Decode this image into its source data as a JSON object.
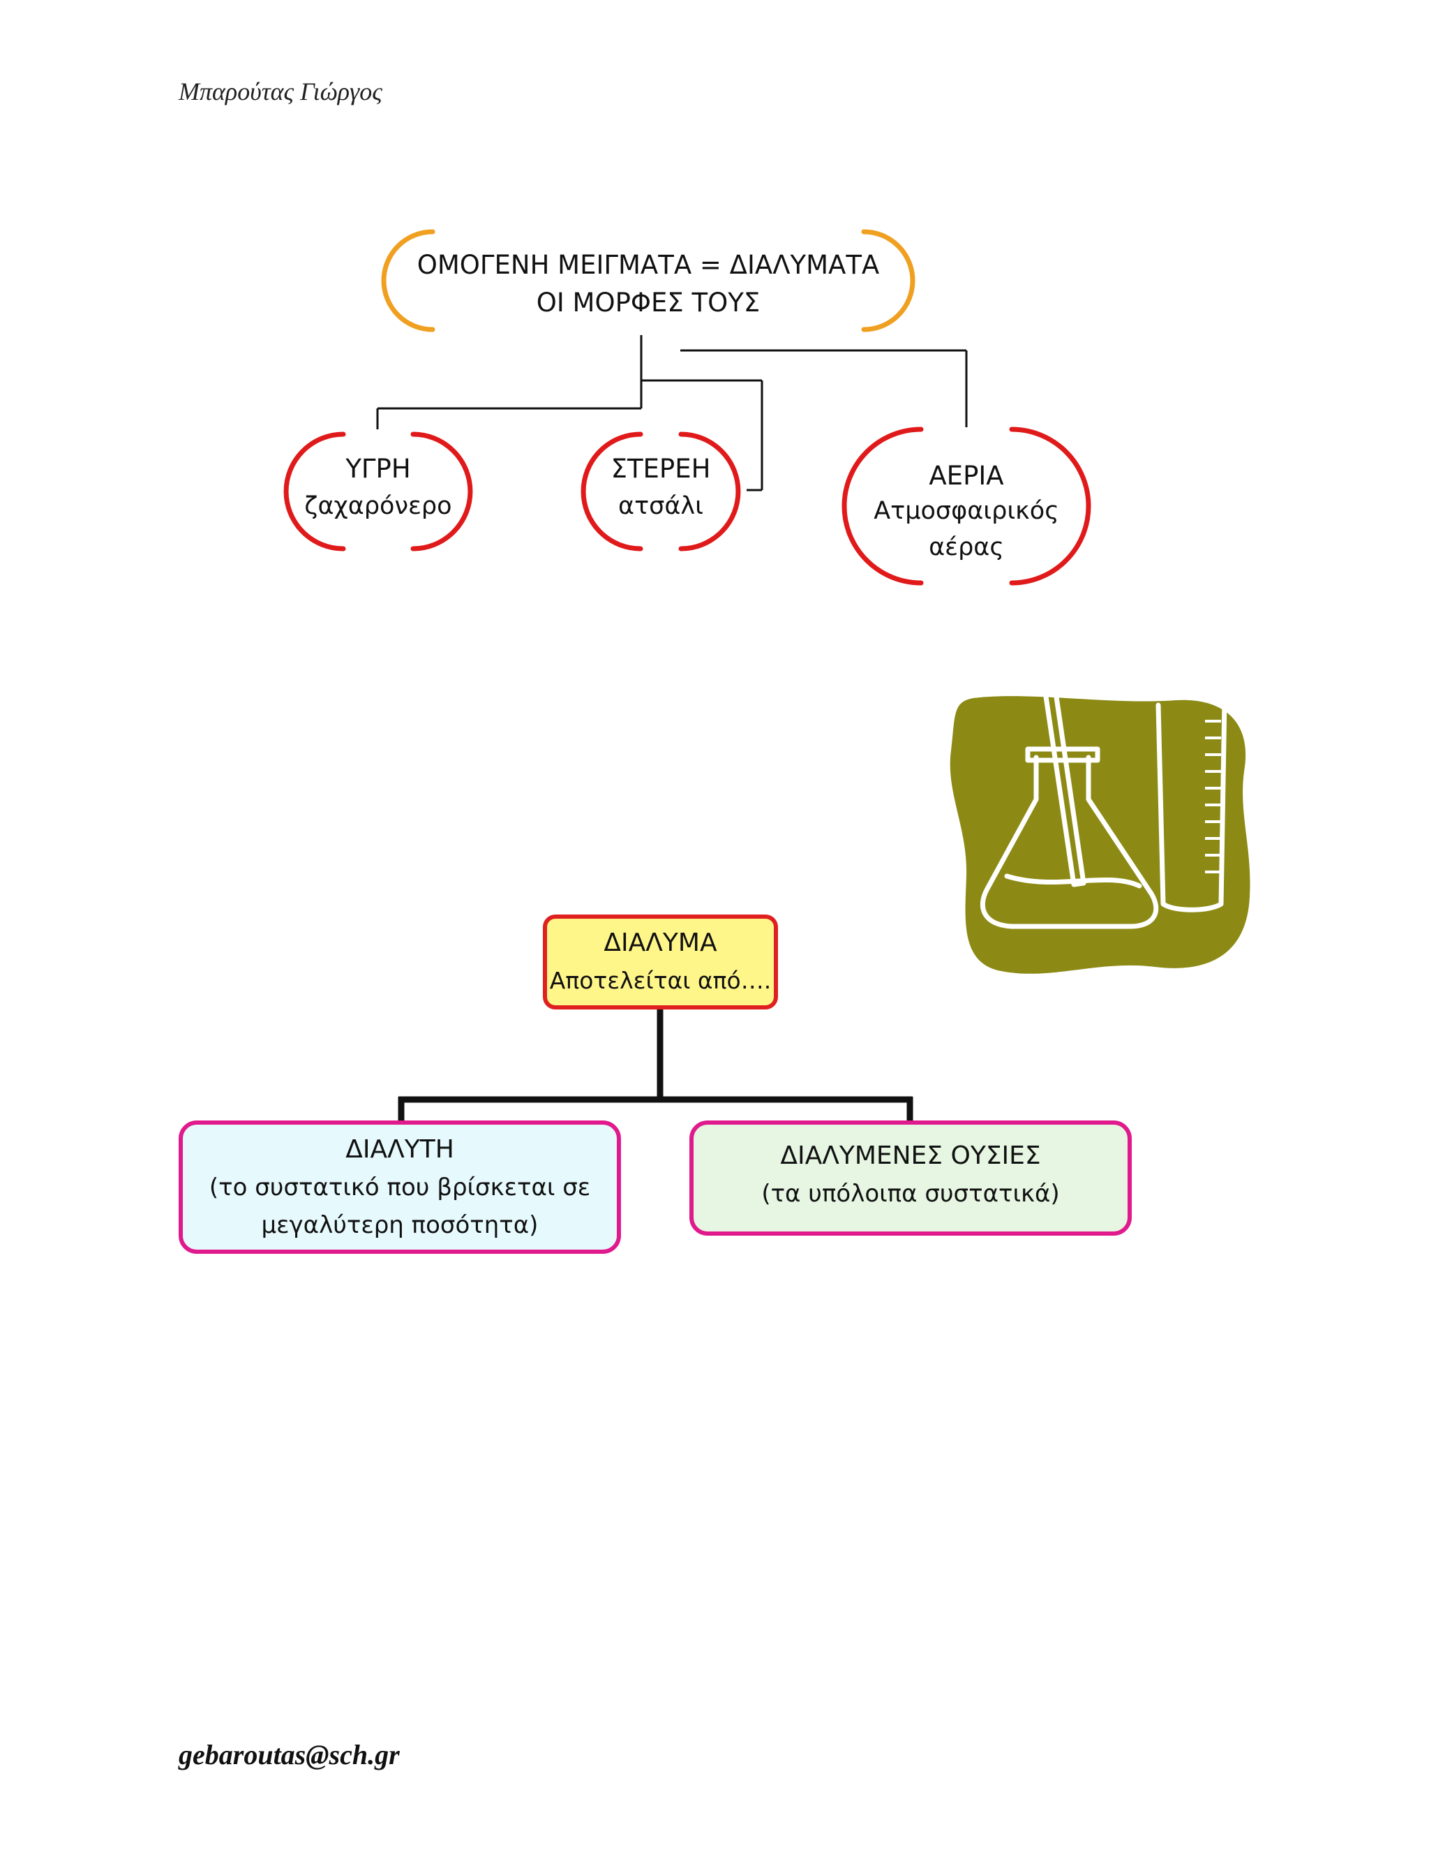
{
  "header": {
    "author": "Μπαρούτας Γιώργος"
  },
  "top_diagram": {
    "root": {
      "line1": "ΟΜΟΓΕΝΗ ΜΕΙΓΜΑΤΑ = ΔΙΑΛΥΜΑΤΑ",
      "line2": "ΟΙ ΜΟΡΦΕΣ ΤΟΥΣ"
    },
    "forms": [
      {
        "title": "ΥΓΡΗ",
        "example": "ζαχαρόνερο"
      },
      {
        "title": "ΣΤΕΡΕΗ",
        "example": "ατσάλι"
      },
      {
        "title": "ΑΕΡΙΑ",
        "example_line1": "Ατμοσφαιρικός",
        "example_line2": "αέρας"
      }
    ]
  },
  "bottom_diagram": {
    "root": {
      "title": "ΔΙΑΛΥΜΑ",
      "subtitle": "Αποτελείται από…."
    },
    "children": [
      {
        "title": "ΔΙΑΛΥΤΗ",
        "desc_line1": "(το συστατικό που βρίσκεται σε",
        "desc_line2": "μεγαλύτερη ποσότητα)"
      },
      {
        "title": "ΔΙΑΛΥΜΕΝΕΣ ΟΥΣΙΕΣ",
        "desc_line1": "(τα υπόλοιπα συστατικά)"
      }
    ]
  },
  "colors": {
    "root_bracket": "#f0a020",
    "form_bracket": "#e01a1a",
    "child_border": "#e01a8c",
    "dialyma_fill": "#fff68a",
    "dialyti_fill": "#e6f9fc",
    "ousies_fill": "#e6f6e2",
    "clipart_blob": "#8c8a14"
  },
  "clipart": {
    "icon": "lab-glassware-icon"
  },
  "footer": {
    "email": "gebaroutas@sch.gr"
  }
}
